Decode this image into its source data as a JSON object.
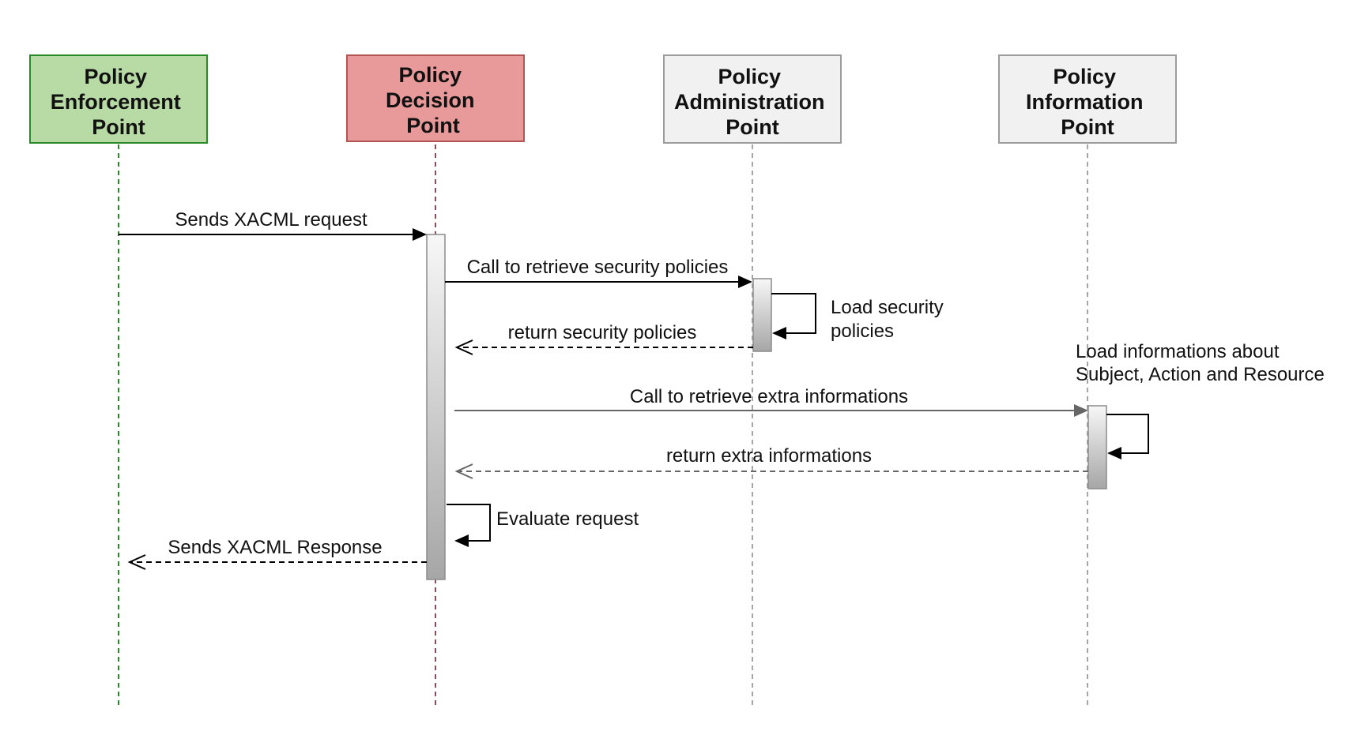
{
  "participants": [
    {
      "id": "pep",
      "lines": [
        "Policy",
        "Enforcement",
        "Point"
      ],
      "fill": "#b8dba6",
      "stroke": "#2a8a2a",
      "lifeline": "#2a8a2a"
    },
    {
      "id": "pdp",
      "lines": [
        "Policy",
        "Decision",
        "Point"
      ],
      "fill": "#e8999a",
      "stroke": "#b25552",
      "lifeline": "#8a4c58"
    },
    {
      "id": "pap",
      "lines": [
        "Policy",
        "Administration",
        "Point"
      ],
      "fill": "#f1f1f1",
      "stroke": "#9c9c9c",
      "lifeline": "#a6a6a6"
    },
    {
      "id": "pip",
      "lines": [
        "Policy",
        "Information",
        "Point"
      ],
      "fill": "#f1f1f1",
      "stroke": "#9c9c9c",
      "lifeline": "#a6a6a6"
    }
  ],
  "messages": [
    {
      "id": "sends-xacml-request",
      "from": "pep",
      "to": "pdp",
      "kind": "sync",
      "label": "Sends XACML request"
    },
    {
      "id": "call-retrieve-security-policies",
      "from": "pdp",
      "to": "pap",
      "kind": "sync",
      "label": "Call to retrieve security policies"
    },
    {
      "id": "load-security-policies",
      "from": "pap",
      "to": "pap",
      "kind": "self",
      "lines": [
        "Load security",
        "policies"
      ]
    },
    {
      "id": "return-security-policies",
      "from": "pap",
      "to": "pdp",
      "kind": "return",
      "label": "return security policies"
    },
    {
      "id": "call-retrieve-extra-informations",
      "from": "pdp",
      "to": "pip",
      "kind": "sync",
      "label": "Call to retrieve extra informations"
    },
    {
      "id": "load-informations",
      "from": "pip",
      "to": "pip",
      "kind": "self",
      "lines": [
        "Load informations about",
        "Subject, Action and Resource"
      ]
    },
    {
      "id": "return-extra-informations",
      "from": "pip",
      "to": "pdp",
      "kind": "return",
      "label": "return extra informations"
    },
    {
      "id": "evaluate-request",
      "from": "pdp",
      "to": "pdp",
      "kind": "self",
      "lines": [
        "Evaluate request"
      ]
    },
    {
      "id": "sends-xacml-response",
      "from": "pdp",
      "to": "pep",
      "kind": "return",
      "label": "Sends XACML Response"
    }
  ],
  "colors": {
    "text": "#111111",
    "arrow": "#000000",
    "arrow_secondary": "#666666",
    "activation_top": "#f7f7f7",
    "activation_bottom": "#a6a6a6",
    "activation_stroke": "#8c8c8c"
  }
}
